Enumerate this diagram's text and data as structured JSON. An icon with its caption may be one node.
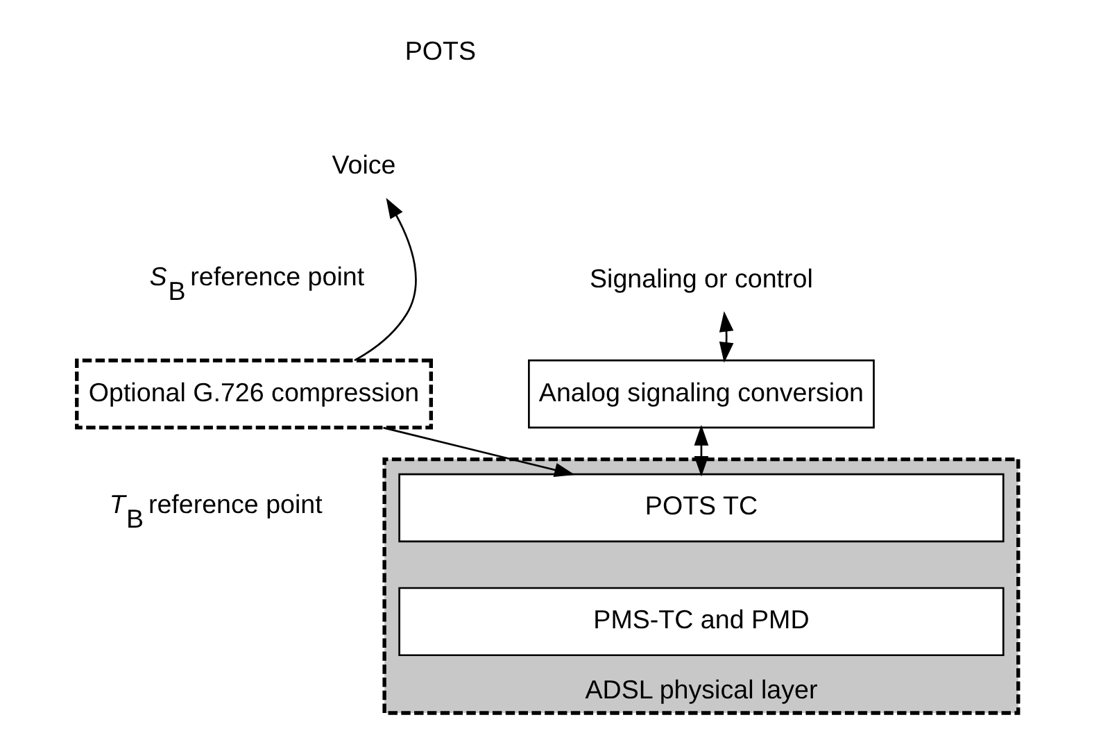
{
  "diagram": {
    "nodes": [
      {
        "text": [
          "Voice"
        ]
      },
      {
        "text": [
          "Signaling or control"
        ]
      },
      {
        "text": [
          "Optional G.726 compression"
        ]
      },
      {
        "text": [
          "Analog signaling conversion"
        ]
      },
      {
        "text": [
          "ADSL physical layer"
        ]
      },
      {
        "text": [
          "POTS TC"
        ],
        "in": 4
      },
      {
        "text": [
          "PMS-TC and PMD"
        ],
        "in": 4
      }
    ],
    "edges": [
      {
        "from": 2,
        "to": 0,
        "arrow": "to"
      },
      {
        "from": 3,
        "to": 1,
        "arrow": "both"
      },
      {
        "from": 2,
        "to": 5,
        "arrow": "to"
      },
      {
        "from": 3,
        "to": 5,
        "arrow": "both"
      }
    ],
    "labels": [
      "POTS",
      "*S*$_{B}$ reference point",
      "*T*$_{B}$ reference point"
    ]
  }
}
